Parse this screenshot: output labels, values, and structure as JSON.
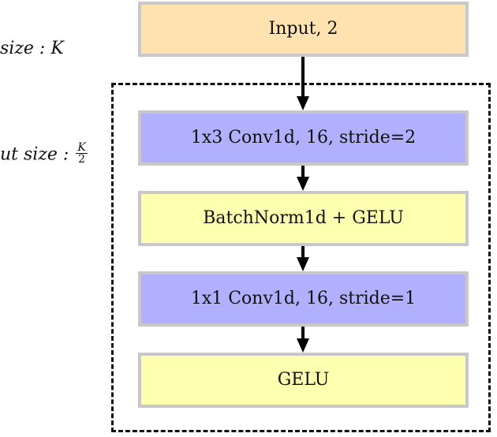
{
  "labels": {
    "input_size_visible": "size : K",
    "output_size_visible": "ut size :",
    "output_size_frac_num": "K",
    "output_size_frac_den": "2"
  },
  "blocks": [
    {
      "text": "Input, 2",
      "color": "#ffe2b0"
    },
    {
      "text": "1x3 Conv1d, 16, stride=2",
      "color": "#b0b0ff"
    },
    {
      "text": "BatchNorm1d + GELU",
      "color": "#ffffb0"
    },
    {
      "text": "1x1 Conv1d, 16, stride=1",
      "color": "#b0b0ff"
    },
    {
      "text": "GELU",
      "color": "#ffffb0"
    }
  ],
  "style": {
    "border_color": "#c8c8c8",
    "arrow_color": "#000000"
  }
}
